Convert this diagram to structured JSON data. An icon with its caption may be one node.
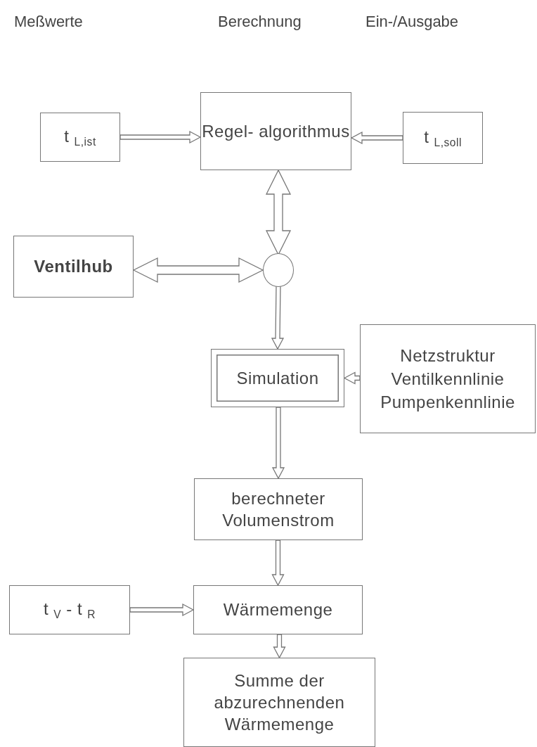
{
  "diagram": {
    "nodes": [
      {
        "text": [
          "t $_{L,ist}$"
        ]
      },
      {
        "text": [
          "Regel- algorithmus"
        ]
      },
      {
        "text": [
          "t $_{L,soll}$"
        ]
      },
      {
        "text": [
          "Ventilhub"
        ]
      },
      {
        "text": [],
        "shape": "circle"
      },
      {
        "text": [
          "Simulation"
        ]
      },
      {
        "text": [
          "Netzstruktur",
          "Ventilkennlinie",
          "Pumpenkennlinie"
        ]
      },
      {
        "text": [
          "berechneter Volumenstrom"
        ]
      },
      {
        "text": [
          "t $_{V}$ - t $_{R}$"
        ]
      },
      {
        "text": [
          "Wärmemenge"
        ]
      },
      {
        "text": [
          "Summe der abzurechnenden Wärmemenge"
        ]
      }
    ],
    "edges": [
      {
        "from": 0,
        "to": 1,
        "arrow": "to"
      },
      {
        "from": 2,
        "to": 1,
        "arrow": "to"
      },
      {
        "from": 1,
        "to": 4,
        "arrow": "both"
      },
      {
        "from": 3,
        "to": 4,
        "arrow": "both"
      },
      {
        "from": 4,
        "to": 5,
        "arrow": "to"
      },
      {
        "from": 6,
        "to": 5,
        "arrow": "to"
      },
      {
        "from": 5,
        "to": 7,
        "arrow": "to"
      },
      {
        "from": 7,
        "to": 9,
        "arrow": "to"
      },
      {
        "from": 8,
        "to": 9,
        "arrow": "to"
      },
      {
        "from": 9,
        "to": 10,
        "arrow": "to"
      }
    ],
    "labels": [
      "Meßwerte",
      "Berechnung",
      "Ein-/Ausgabe"
    ]
  }
}
